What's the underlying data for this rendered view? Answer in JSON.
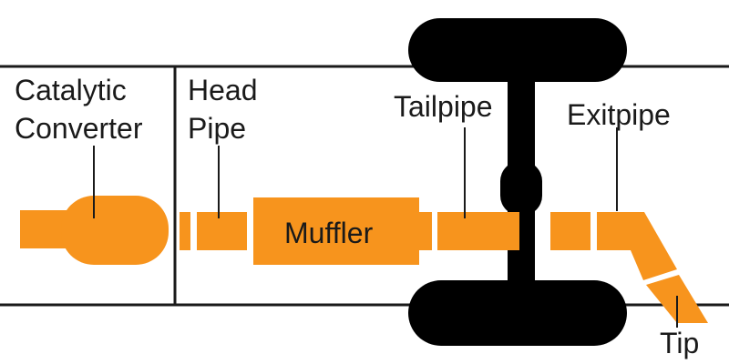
{
  "diagram": {
    "colors": {
      "pipe": "#f7941d",
      "frame": "#1a1a1a",
      "axle": "#000000",
      "background": "#ffffff"
    },
    "labels": {
      "catalytic_line1": "Catalytic",
      "catalytic_line2": "Converter",
      "head_line1": "Head",
      "head_line2": "Pipe",
      "muffler": "Muffler",
      "tailpipe": "Tailpipe",
      "exitpipe": "Exitpipe",
      "tip": "Tip"
    }
  }
}
